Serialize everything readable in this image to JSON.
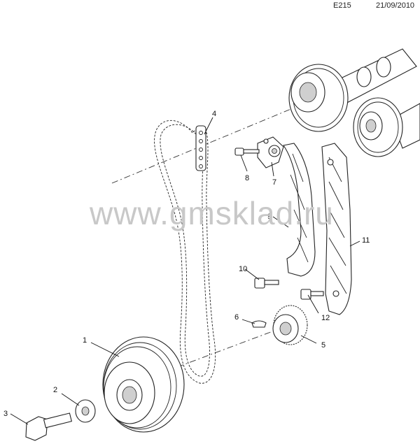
{
  "header": {
    "code": "E215",
    "date": "21/09/2010"
  },
  "watermark": "www.gmsklad.ru",
  "callouts": [
    "1",
    "2",
    "3",
    "4",
    "5",
    "6",
    "7",
    "8",
    "9",
    "10",
    "11",
    "12"
  ]
}
